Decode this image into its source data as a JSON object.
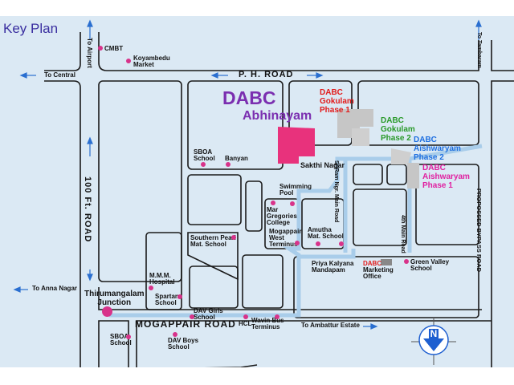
{
  "title": "Key Plan",
  "colors": {
    "background": "#dbe9f4",
    "road_outline": "#1a1a1a",
    "highlight_road": "#a9cdea",
    "arrow": "#2a6fd0",
    "poi": "#d8338a",
    "building": "#c6c6c6",
    "abhinayam_plot": "#e8327c",
    "project_purple": "#7b2fb0",
    "gokulam1": "#e21b1b",
    "gokulam2": "#2a9a2a",
    "aishwaryam2": "#1e6fe0",
    "aishwaryam1": "#e020a0",
    "compass": "#1e5fd0"
  },
  "roads": {
    "ph_road": "P. H. ROAD",
    "ft100_road": "100 Ft. ROAD",
    "mogappair_road": "MOGAPPAIR ROAD",
    "bypass_road": "PROPOSSED BYPASS ROAD",
    "sriram_road": "SriRam Ngr. Main Road",
    "main4_road": "4th Main Road"
  },
  "directions": {
    "to_airport": "To Airport",
    "to_central": "To Central",
    "to_tambaram": "To Tambaram",
    "to_anna_nagar": "To Anna Nagar",
    "to_ambattur": "To Ambattur Estate"
  },
  "projects": {
    "main_line1": "DABC",
    "main_line2": "Abhinayam",
    "gokulam1": [
      "DABC",
      "Gokulam",
      "Phase 1"
    ],
    "gokulam2": [
      "DABC",
      "Gokulam",
      "Phase 2"
    ],
    "aishwaryam2": [
      "DABC",
      "Aishwaryam",
      "Phase 2"
    ],
    "aishwaryam1": [
      "DABC",
      "Aishwaryam",
      "Phase 1"
    ]
  },
  "landmarks": {
    "cmbt": "CMBT",
    "koyambedu": [
      "Koyambedu",
      "Market"
    ],
    "sboa_school_top": [
      "SBOA",
      "School"
    ],
    "banyan": "Banyan",
    "sakthi_nagar": "Sakthi Nagar",
    "swimming_pool": [
      "Swimming",
      "Pool"
    ],
    "mar_gregories": [
      "Mar",
      "Gregories",
      "College"
    ],
    "mogappair_west": [
      "Mogappair",
      "West",
      "Terminus"
    ],
    "amutha": [
      "Amutha",
      "Mat. School"
    ],
    "southern_pearl": [
      "Southern Pearl",
      "Mat. School"
    ],
    "priya": [
      "Priya Kalyana",
      "Mandapam"
    ],
    "marketing_brand": "DABC",
    "marketing": [
      "Marketing",
      "Office"
    ],
    "green_valley": [
      "Green Valley",
      "School"
    ],
    "mmm": [
      "M.M.M.",
      "Hospital"
    ],
    "spartan": [
      "Spartan",
      "School"
    ],
    "dav_girls": [
      "DAV Girls",
      "School"
    ],
    "hcl": "HCL",
    "wavin": [
      "Wavin Bus",
      "Terminus"
    ],
    "thirumangalam": [
      "Thirumangalam",
      "Junction"
    ],
    "sboa_school_bottom": [
      "SBOA",
      "School"
    ],
    "dav_boys": [
      "DAV Boys",
      "School"
    ]
  },
  "compass": {
    "letter": "N"
  }
}
